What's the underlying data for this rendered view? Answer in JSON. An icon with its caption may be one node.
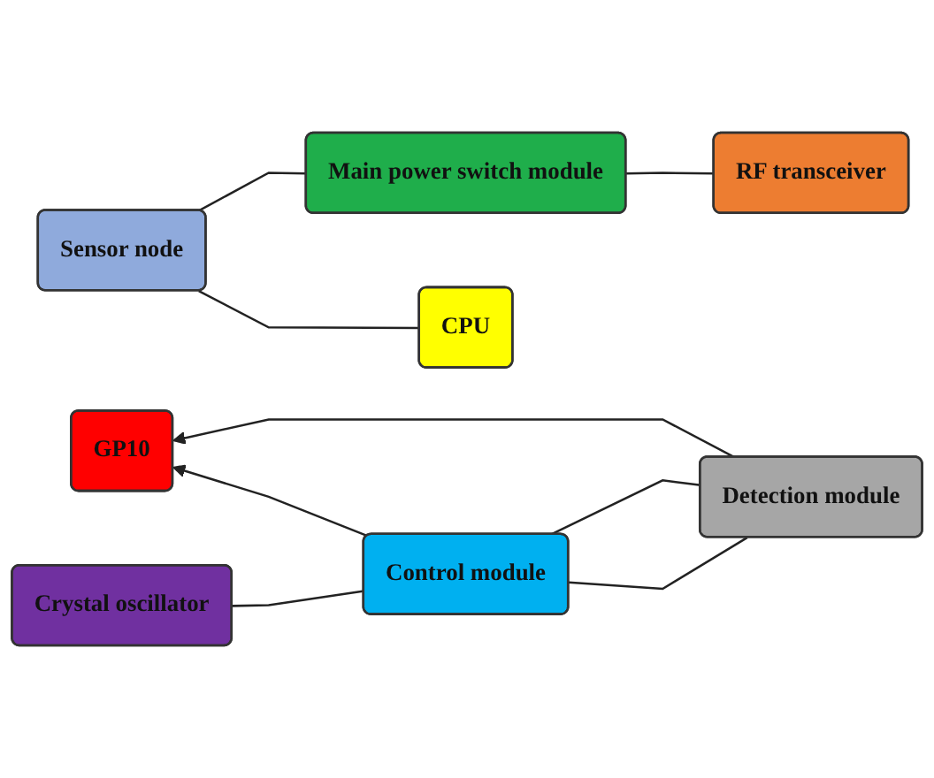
{
  "diagram": {
    "nodes": [
      {
        "text": [
          "RF transceiver"
        ]
      },
      {
        "text": [
          "Main power switch module"
        ]
      },
      {
        "text": [
          "GP10"
        ]
      },
      {
        "text": [
          "Detection module"
        ]
      },
      {
        "text": [
          "Control module"
        ]
      },
      {
        "text": [
          "Sensor node"
        ]
      },
      {
        "text": [
          "CPU"
        ]
      },
      {
        "text": [
          "Crystal oscillator"
        ]
      }
    ],
    "edges": [
      {
        "from": 0,
        "to": 1,
        "arrow": "none"
      },
      {
        "from": 1,
        "to": 5,
        "arrow": "none"
      },
      {
        "from": 3,
        "to": 2,
        "arrow": "to"
      },
      {
        "from": 4,
        "to": 2,
        "arrow": "to"
      },
      {
        "from": 3,
        "to": 4,
        "arrow": "none"
      },
      {
        "from": 3,
        "to": 4,
        "arrow": "none"
      },
      {
        "from": 4,
        "to": 7,
        "arrow": "none"
      },
      {
        "from": 6,
        "to": 5,
        "arrow": "none"
      }
    ]
  }
}
